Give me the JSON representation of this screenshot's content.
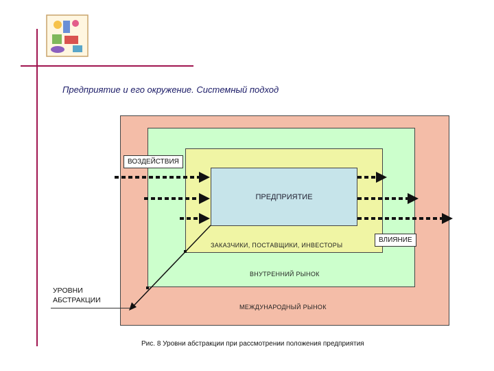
{
  "title": "Предприятие и его окружение. Системный подход",
  "diagram": {
    "enterprise_label": "ПРЕДПРИЯТИЕ",
    "customers_label": "ЗАКАЗЧИКИ, ПОСТАВЩИКИ, ИНВЕСТОРЫ",
    "domestic_label": "ВНУТРЕННИЙ РЫНОК",
    "international_label": "МЕЖДУНАРОДНЫЙ РЫНОК",
    "influence_in_label": "ВОЗДЕЙСТВИЯ",
    "influence_out_label": "ВЛИЯНИЕ",
    "levels_label_line1": "УРОВНИ",
    "levels_label_line2": "АБСТРАКЦИИ"
  },
  "caption": "Рис. 8 Уровни абстракции при рассмотрении положения предприятия",
  "colors": {
    "international": "#f4bda8",
    "domestic": "#ccffcc",
    "customers": "#f0f5a4",
    "enterprise": "#c6e4ea",
    "rule": "#a0144f"
  }
}
